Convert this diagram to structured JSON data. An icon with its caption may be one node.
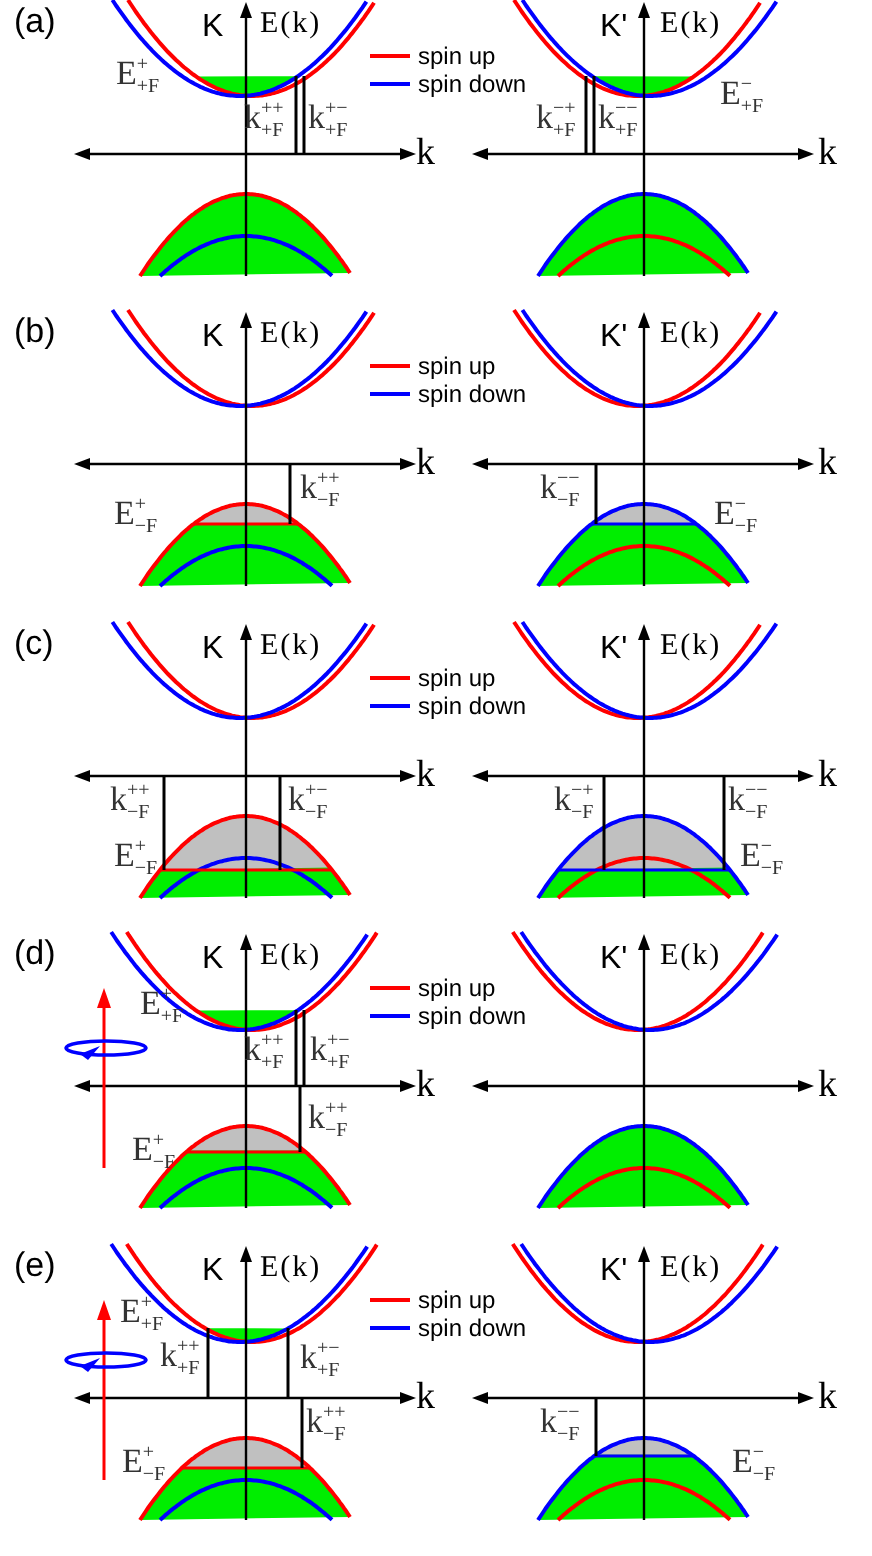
{
  "diagram": {
    "labels": [
      "(a)",
      "K",
      "E(k)",
      "K'",
      "E(k)",
      "E$^{+}$$_{+F}$",
      "k$^{++}$$_{+F}$",
      "k$^{+−}$$_{+F}$",
      "k",
      "k$^{−+}$$_{+F}$",
      "k$^{−−}$$_{+F}$",
      "E$^{−}$$_{+F}$",
      "k",
      "(b)",
      "K",
      "E(k)",
      "K'",
      "E(k)",
      "k",
      "k$^{++}$$_{−F}$",
      "E$^{+}$$_{−F}$",
      "k",
      "k$^{−−}$$_{−F}$",
      "E$^{−}$$_{−F}$",
      "(c)",
      "K",
      "E(k)",
      "K'",
      "E(k)",
      "k",
      "k$^{++}$$_{−F}$",
      "k$^{+−}$$_{−F}$",
      "E$^{+}$$_{−F}$",
      "k",
      "k$^{−+}$$_{−F}$",
      "k$^{−−}$$_{−F}$",
      "E$^{−}$$_{−F}$",
      "(d)",
      "K",
      "E(k)",
      "K'",
      "E(k)",
      "E$^{+}$$_{+F}$",
      "k$^{++}$$_{+F}$",
      "k$^{+−}$$_{+F}$",
      "k",
      "k$^{++}$$_{−F}$",
      "E$^{+}$$_{−F}$",
      "k",
      "(e)",
      "K",
      "E(k)",
      "K'",
      "E(k)",
      "E$^{+}$$_{+F}$",
      "k$^{++}$$_{+F}$",
      "k$^{+−}$$_{+F}$",
      "k",
      "k$^{++}$$_{−F}$",
      "E$^{+}$$_{−F}$",
      "k",
      "k$^{−−}$$_{−F}$",
      "E$^{−}$$_{−F}$"
    ],
    "legend": [
      {
        "text": "spin up",
        "color": "#ff0000"
      },
      {
        "text": "spin down",
        "color": "#0000ff"
      },
      {
        "text": "spin up",
        "color": "#ff0000"
      },
      {
        "text": "spin down",
        "color": "#0000ff"
      },
      {
        "text": "spin up",
        "color": "#ff0000"
      },
      {
        "text": "spin down",
        "color": "#0000ff"
      },
      {
        "text": "spin up",
        "color": "#ff0000"
      },
      {
        "text": "spin down",
        "color": "#0000ff"
      },
      {
        "text": "spin up",
        "color": "#ff0000"
      },
      {
        "text": "spin down",
        "color": "#0000ff"
      }
    ]
  }
}
